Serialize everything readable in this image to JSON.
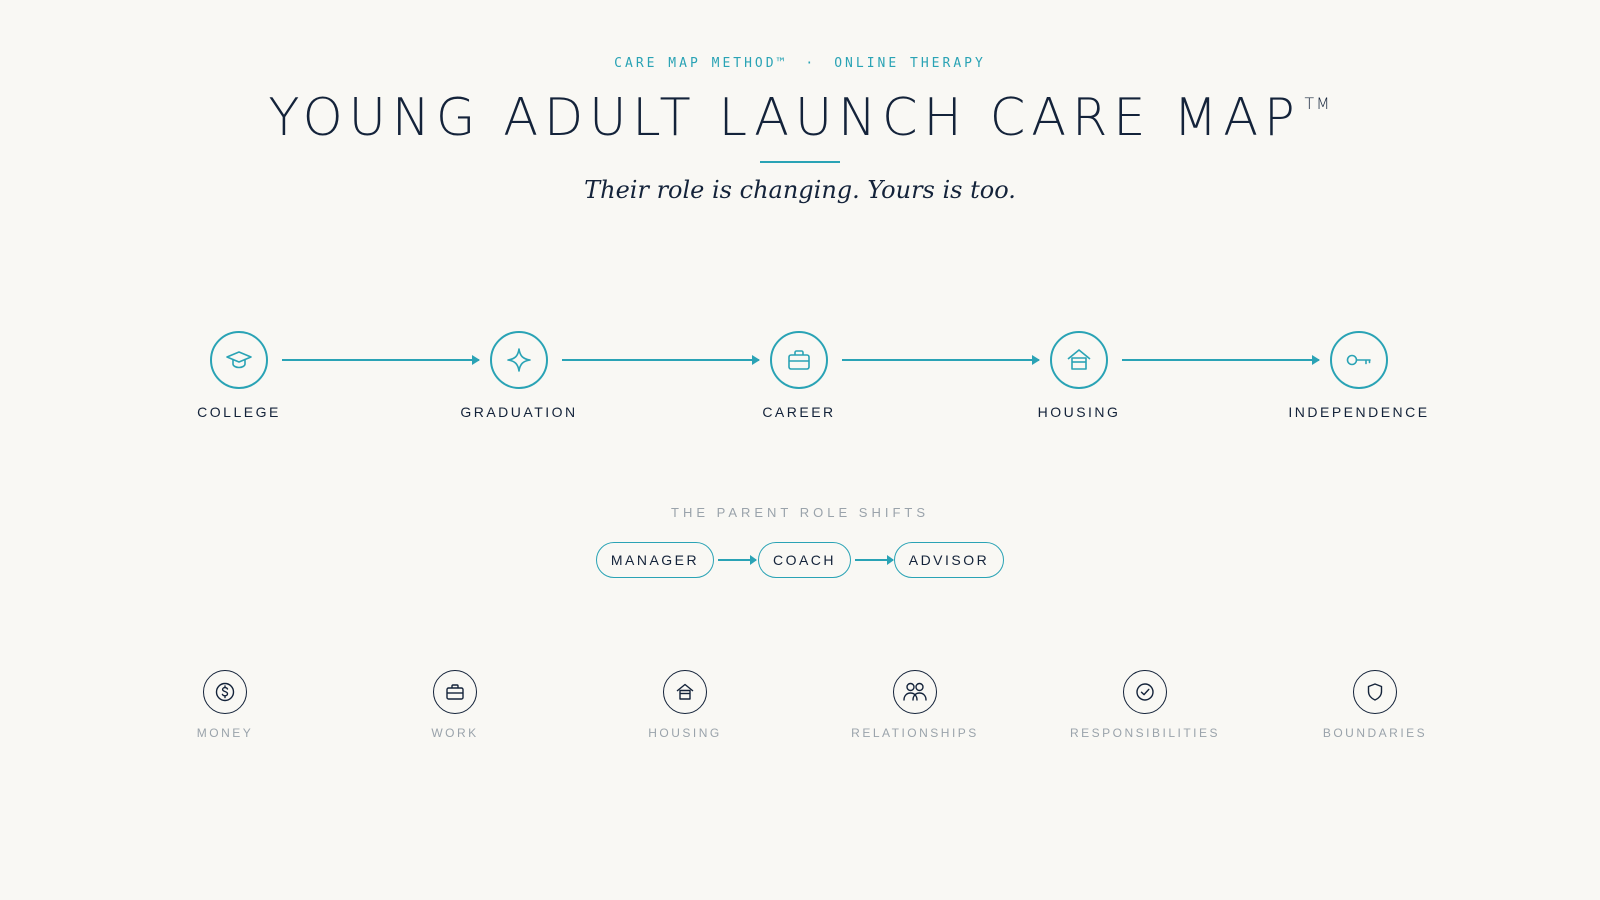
{
  "header": {
    "kicker_left": "CARE MAP METHOD™",
    "kicker_sep": "·",
    "kicker_right": "ONLINE THERAPY",
    "title": "YOUNG ADULT LAUNCH CARE MAP",
    "title_mark": "TM",
    "tagline": "Their role is changing. Yours is too."
  },
  "timeline": {
    "stages": [
      {
        "label": "COLLEGE",
        "icon": "graduation-cap-icon"
      },
      {
        "label": "GRADUATION",
        "icon": "sparkle-icon"
      },
      {
        "label": "CAREER",
        "icon": "briefcase-icon"
      },
      {
        "label": "HOUSING",
        "icon": "house-icon"
      },
      {
        "label": "INDEPENDENCE",
        "icon": "key-icon"
      }
    ]
  },
  "parent_role": {
    "heading": "THE PARENT ROLE SHIFTS",
    "roles": [
      "MANAGER",
      "COACH",
      "ADVISOR"
    ]
  },
  "domains": [
    {
      "label": "MONEY",
      "icon": "dollar-icon"
    },
    {
      "label": "WORK",
      "icon": "briefcase-icon"
    },
    {
      "label": "HOUSING",
      "icon": "house-icon"
    },
    {
      "label": "RELATIONSHIPS",
      "icon": "people-icon"
    },
    {
      "label": "RESPONSIBILITIES",
      "icon": "check-circle-icon"
    },
    {
      "label": "BOUNDARIES",
      "icon": "shield-icon"
    }
  ],
  "colors": {
    "accent": "#2aa3b5",
    "ink": "#14233a",
    "muted": "#9aa3ab",
    "background": "#f9f8f4"
  }
}
